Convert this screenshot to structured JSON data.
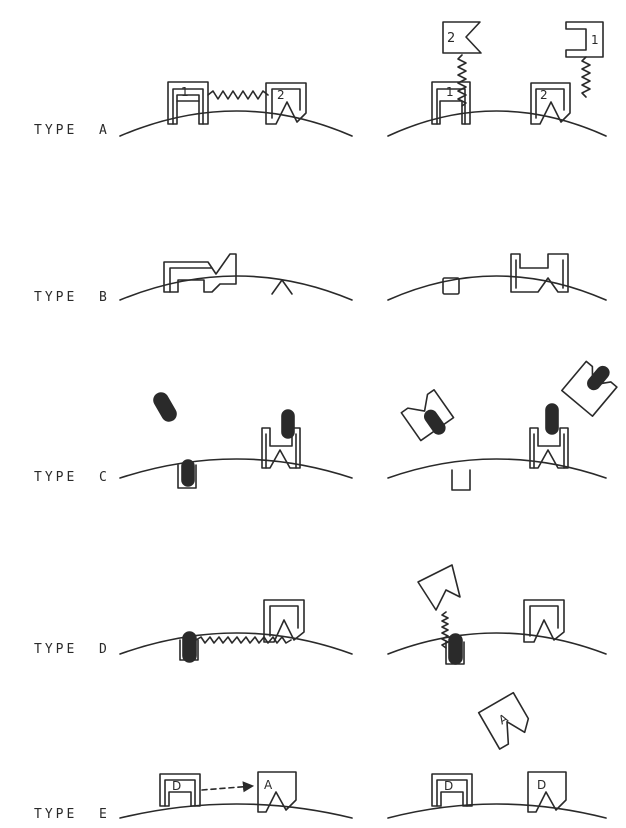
{
  "rows": [
    {
      "label": "TYPE  A",
      "glyphs": {
        "left_1": "1",
        "left_2": "2",
        "right_1": "1",
        "right_2": "2",
        "right_float_2": "2",
        "right_float_1": "1"
      }
    },
    {
      "label": "TYPE  B"
    },
    {
      "label": "TYPE  C"
    },
    {
      "label": "TYPE  D"
    },
    {
      "label": "TYPE  E",
      "glyphs": {
        "left_D": "D",
        "left_A": "A",
        "right_A": "A",
        "right_D1": "D",
        "right_D2": "D"
      }
    }
  ],
  "colors": {
    "ink": "#2a2a2a",
    "background": "#ffffff"
  }
}
